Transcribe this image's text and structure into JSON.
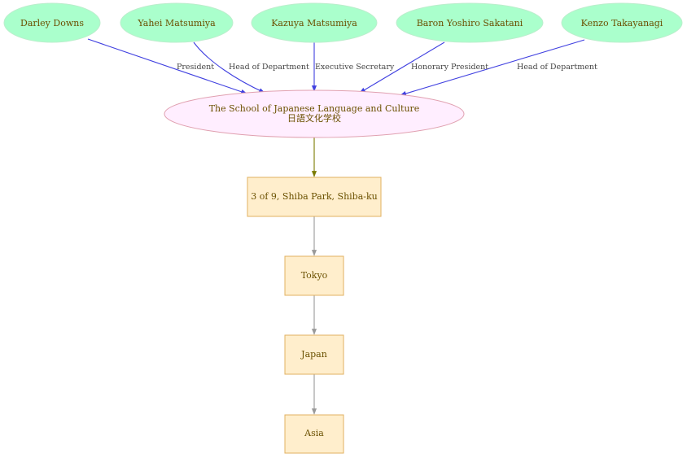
{
  "people": [
    {
      "id": "p1",
      "name": "Darley Downs"
    },
    {
      "id": "p2",
      "name": "Yahei Matsumiya"
    },
    {
      "id": "p3",
      "name": "Kazuya Matsumiya"
    },
    {
      "id": "p4",
      "name": "Baron Yoshiro Sakatani"
    },
    {
      "id": "p5",
      "name": "Kenzo Takayanagi"
    }
  ],
  "roles": [
    {
      "from": "p1",
      "label": "President"
    },
    {
      "from": "p2",
      "label": "Head of Department"
    },
    {
      "from": "p3",
      "label": "Executive Secretary"
    },
    {
      "from": "p4",
      "label": "Honorary President"
    },
    {
      "from": "p5",
      "label": "Head of Department"
    }
  ],
  "organization": {
    "name_en": "The School of Japanese Language and Culture",
    "name_ja": "日語文化学校"
  },
  "locations": [
    {
      "id": "l1",
      "label": "3 of  9, Shiba Park, Shiba-ku"
    },
    {
      "id": "l2",
      "label": "Tokyo"
    },
    {
      "id": "l3",
      "label": "Japan"
    },
    {
      "id": "l4",
      "label": "Asia"
    }
  ],
  "colors": {
    "person_fill": "#aaffcc",
    "org_fill": "#ffeeff",
    "org_stroke": "#e0a0b0",
    "location_fill": "#ffeecc",
    "location_stroke": "#e0b060",
    "role_edge": "#4040e0",
    "org_edge": "#7a7a00",
    "location_edge": "#999999",
    "text": "#6b5000"
  }
}
